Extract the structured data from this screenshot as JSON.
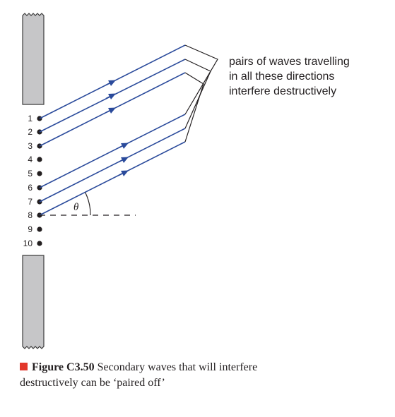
{
  "slit_labels": [
    "1",
    "2",
    "3",
    "4",
    "5",
    "6",
    "7",
    "8",
    "9",
    "10"
  ],
  "annotation": {
    "lines": [
      "pairs of waves travelling",
      "in all these directions",
      "interfere destructively"
    ]
  },
  "angle_symbol": "θ",
  "caption": {
    "figure_label": "Figure C3.50",
    "text": "Secondary waves that will interfere destructively can be ‘paired off’"
  },
  "colors": {
    "wave_ray": "#2a4a9b",
    "barrier_fill": "#c6c6c8",
    "barrier_stroke": "#3c3c3c",
    "text": "#231f20",
    "caption_marker": "#e2372b"
  }
}
